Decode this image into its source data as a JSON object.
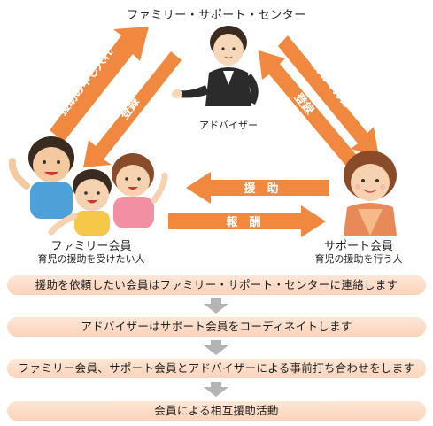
{
  "center": {
    "title": "ファミリー・サポート・センター",
    "advisor_label": "アドバイザー"
  },
  "family": {
    "title": "ファミリー会員",
    "subtitle": "育児の援助を受けたい人"
  },
  "support": {
    "title": "サポート会員",
    "subtitle": "育児の援助を行う人"
  },
  "arrows": {
    "left_outer": "援助の申し入れ",
    "left_inner": "登録",
    "right_outer": "援助の打診",
    "right_inner": "登録",
    "mid_top": "援　助",
    "mid_bottom": "報　酬"
  },
  "steps": [
    "援助を依頼したい会員はファミリー・サポート・センターに連絡します",
    "アドバイザーはサポート会員をコーディネイトします",
    "ファミリー会員、サポート会員とアドバイザーによる事前打ち合わせをします",
    "会員による相互援助活動"
  ],
  "colors": {
    "arrow_orange": "#f0893f",
    "step_fill": "#fcdcc6",
    "down_arrow": "#b4b4b4"
  }
}
